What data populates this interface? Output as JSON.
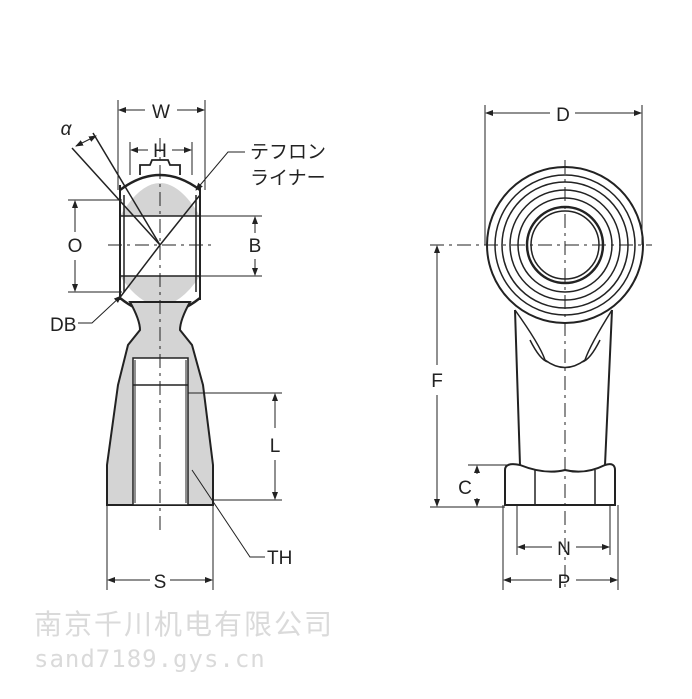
{
  "labels": {
    "W": "W",
    "H": "H",
    "alpha": "α",
    "teflon_line1": "テフロン",
    "teflon_line2": "ライナー",
    "O": "O",
    "B": "B",
    "DB": "DB",
    "L": "L",
    "TH": "TH",
    "S": "S",
    "D": "D",
    "F": "F",
    "C": "C",
    "N": "N",
    "P": "P"
  },
  "watermark": {
    "company": "南京千川机电有限公司",
    "site": "sand7189.gys.cn"
  },
  "colors": {
    "fill": "#d4d4d4",
    "line": "#222222"
  }
}
